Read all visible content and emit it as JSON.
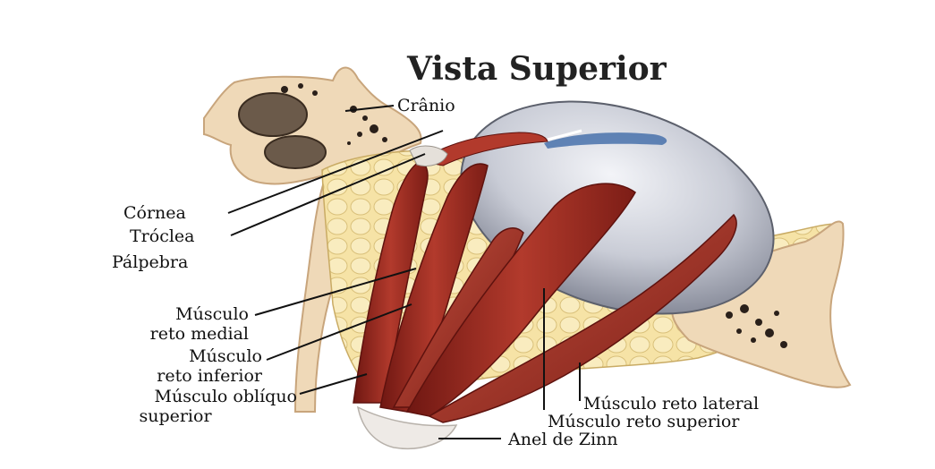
{
  "title": "Vista Superior",
  "labels": {
    "cranio": "Crânio",
    "cornea": "Córnea",
    "troclea": "Tróclea",
    "palpebra": "Pálpebra",
    "reto_medial_1": "Músculo",
    "reto_medial_2": "reto medial",
    "reto_inferior_1": "Músculo",
    "reto_inferior_2": "reto inferior",
    "obliquo_1": "Músculo oblíquo",
    "obliquo_2": "superior",
    "reto_lateral": "Músculo reto lateral",
    "reto_superior": "Músculo reto superior",
    "anel": "Anel de Zinn"
  },
  "colors": {
    "bone": "#efd9b8",
    "bone_edge": "#c8a57c",
    "fat": "#f4df9a",
    "muscle": "#9e2a22",
    "muscle_light": "#c4513f",
    "globe": "#c9ccd6",
    "tendon": "#e8e4e0"
  }
}
